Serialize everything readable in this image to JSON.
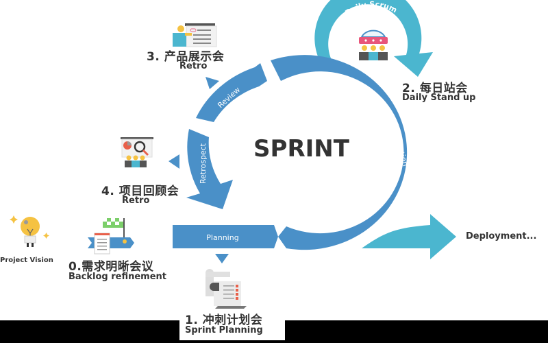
{
  "diagram": {
    "center_title": "SPRINT",
    "cycle_segments": {
      "implementation": "Implementation",
      "review": "Review",
      "retrospect": "Retrospect",
      "planning": "Planning"
    },
    "daily_loop_label": "Daily Scrum",
    "deployment_label": "Deployment...",
    "colors": {
      "cycle_blue": "#4a90c8",
      "teal": "#4bb6cf",
      "text_dark": "#333333",
      "white": "#ffffff"
    }
  },
  "stages": {
    "vision": {
      "en": "Project Vision",
      "icon": "lightbulb-icon"
    },
    "backlog": {
      "zh": "0.需求明晰会议",
      "en": "Backlog refinement",
      "icon": "roadmap-flag-icon"
    },
    "planning": {
      "zh": "1. 冲刺计划会",
      "en": "Sprint Planning",
      "icon": "checklist-scroll-icon"
    },
    "standup": {
      "zh": "2. 每日站会",
      "en": "Daily Stand up",
      "icon": "team-clock-icon"
    },
    "review": {
      "zh": "3. 产品展示会",
      "en": "Retro",
      "icon": "presenter-board-icon"
    },
    "retro": {
      "zh": "4. 项目回顾会",
      "en": "Retro",
      "icon": "analysis-board-icon"
    }
  }
}
